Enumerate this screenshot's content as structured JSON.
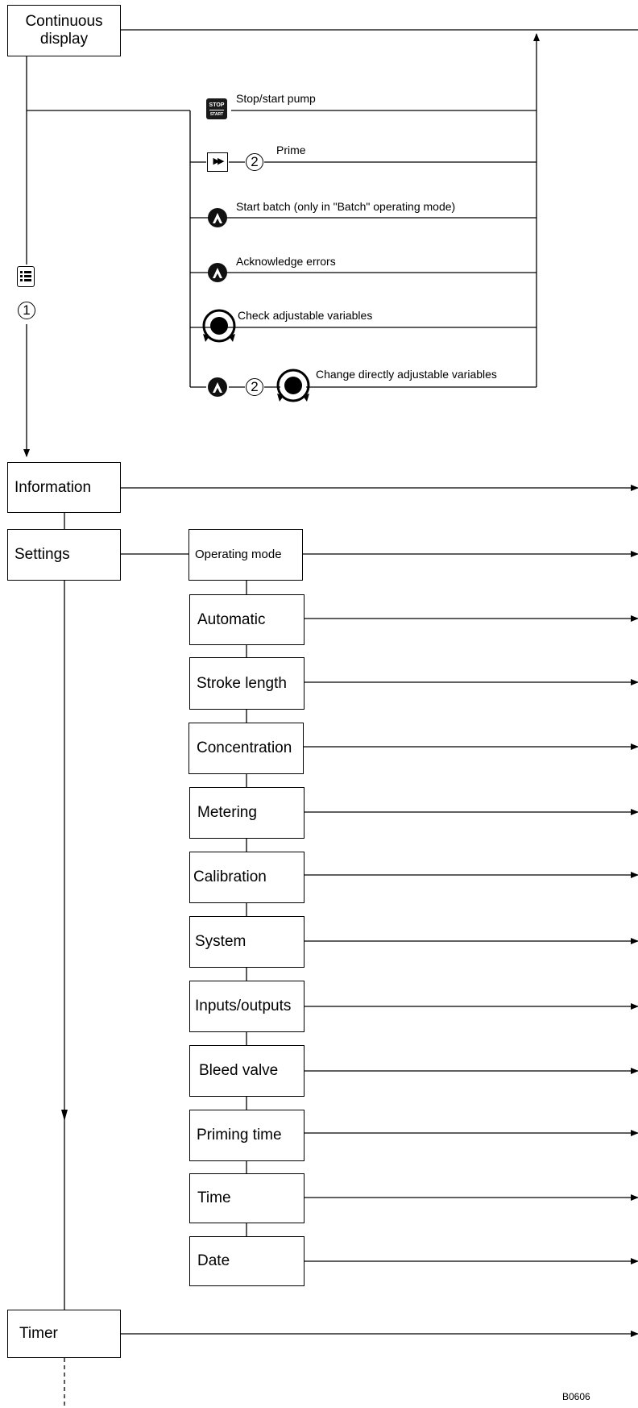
{
  "boxes": {
    "continuous_display": "Continuous\ndisplay",
    "information": "Information",
    "settings": "Settings",
    "timer": "Timer"
  },
  "actions": {
    "stop_start": "Stop/start pump",
    "prime": "Prime",
    "start_batch": "Start batch (only in \"Batch\" operating mode)",
    "acknowledge": "Acknowledge errors",
    "check_vars": "Check adjustable variables",
    "change_vars": "Change directly adjustable variables"
  },
  "icons": {
    "stop_top": "STOP",
    "stop_bottom": "START",
    "prime_glyph": "▶▶",
    "circle_2": "2",
    "circle_1": "1"
  },
  "settings_items": [
    "Operating mode",
    "Automatic",
    "Stroke length",
    "Concentration",
    "Metering",
    "Calibration",
    "System",
    "Inputs/outputs",
    "Bleed valve",
    "Priming time",
    "Time",
    "Date"
  ],
  "figure_code": "B0606"
}
